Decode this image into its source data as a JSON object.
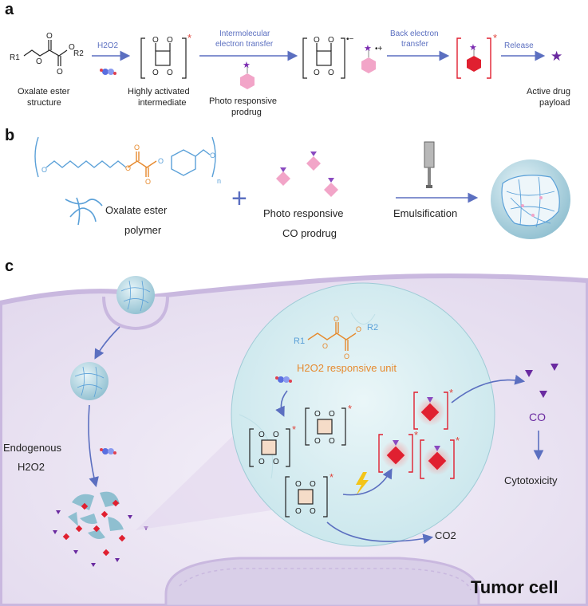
{
  "panels": {
    "a": "a",
    "b": "b",
    "c": "c"
  },
  "panel_a": {
    "oxalate_label_1": "Oxalate ester",
    "oxalate_label_2": "structure",
    "r1": "R1",
    "r2": "R2",
    "h2o2_arrow": "H2O2",
    "intermediate_label_1": "Highly activated",
    "intermediate_label_2": "intermediate",
    "intermolecular_1": "Intermolecular",
    "intermolecular_2": "electron transfer",
    "prodrug_label_1": "Photo responsive",
    "prodrug_label_2": "prodrug",
    "back_1": "Back electron",
    "back_2": "transfer",
    "release": "Release",
    "payload_1": "Active drug",
    "payload_2": "payload",
    "star": "*",
    "radical_minus": "•−",
    "radical_plus": "•+"
  },
  "panel_b": {
    "n": "n",
    "polymer_label_1": "Oxalate ester",
    "polymer_label_2": "polymer",
    "plus": "+",
    "co_prodrug_1": "Photo responsive",
    "co_prodrug_2": "CO prodrug",
    "emulsification": "Emulsification"
  },
  "panel_c": {
    "endogenous": "Endogenous",
    "h2o2": "H2O2",
    "r1": "R1",
    "r2": "R2",
    "responsive_unit": "H2O2 responsive unit",
    "co": "CO",
    "co2": "CO2",
    "cytotoxicity": "Cytotoxicity",
    "tumor_cell": "Tumor cell",
    "star": "*"
  },
  "colors": {
    "arrow": "#5b6fc0",
    "orange": "#e68a2e",
    "blue_structure": "#5aa0d8",
    "red_drug": "#e02030",
    "purple": "#6a2aa0",
    "pink": "#f2a5c8",
    "cell": "#ece6f3",
    "zoom_circle": "#d8eef2"
  }
}
